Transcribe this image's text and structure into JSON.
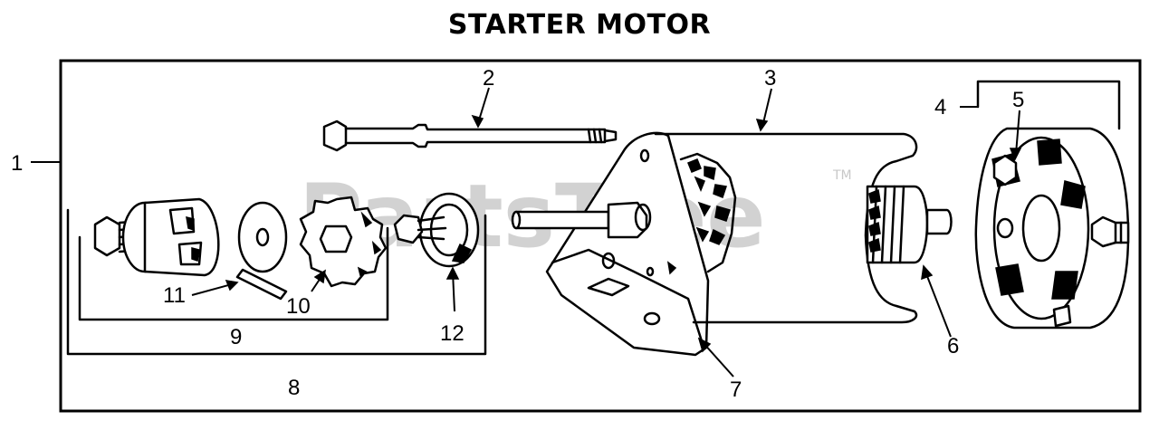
{
  "diagram": {
    "title": "STARTER MOTOR",
    "watermark": "PartsTree",
    "watermark_mark": "TM",
    "callouts": {
      "c1": "1",
      "c2": "2",
      "c3": "3",
      "c4": "4",
      "c5": "5",
      "c6": "6",
      "c7": "7",
      "c8": "8",
      "c9": "9",
      "c10": "10",
      "c11": "11",
      "c12": "12"
    }
  }
}
